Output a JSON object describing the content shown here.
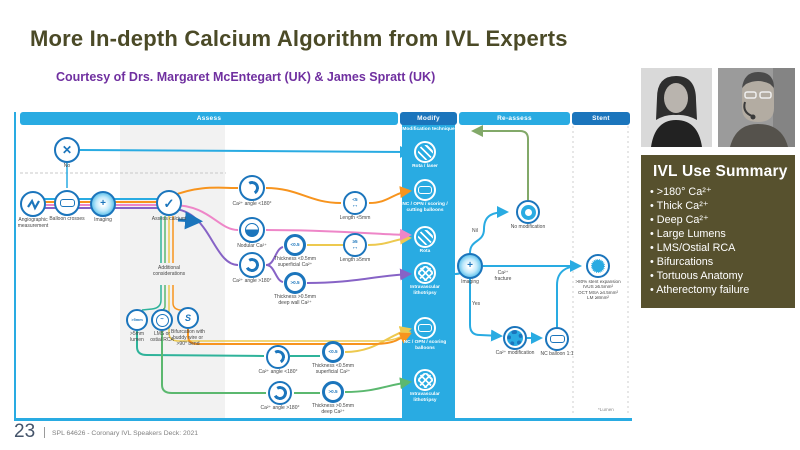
{
  "slide": {
    "title": "More In-depth Calcium Algorithm from IVL Experts",
    "subtitle": "Courtesy of Drs. Margaret McEntegart (UK) & James Spratt (UK)",
    "page_number": "23",
    "footer": "SPL 64626 - Coronary IVL Speakers Deck: 2021"
  },
  "colors": {
    "accent_light_blue": "#29ABE2",
    "accent_dark_blue": "#1B75BC",
    "title_olive": "#4B4A27",
    "subtitle_purple": "#7030A0",
    "summary_bg": "#57512E",
    "orange": "#F7941E",
    "pink": "#EE86C8",
    "purple": "#8763C6",
    "yellow": "#EDC94F",
    "teal": "#2FB39A",
    "green": "#5BB86F",
    "feedback_green": "#82A969"
  },
  "icons": {
    "no_cross": "✕",
    "check": "✓",
    "imaging_plus": "+",
    "double_arrow": "↔",
    "bifurcation_s": "S",
    "nodular_wave": "~"
  },
  "flowchart": {
    "columns": {
      "assess": "Assess",
      "modify": "Modify",
      "reassess": "Re-assess",
      "stent": "Stent"
    },
    "assess": {
      "no": {
        "label": "No"
      },
      "angiographic": {
        "label": "Angiographic measurement"
      },
      "balloon_crosses": {
        "label": "Balloon crosses"
      },
      "imaging": {
        "label": "Imaging"
      },
      "assess_calcium": {
        "label": "Assess calcium"
      },
      "additional_considerations": {
        "label": "Additional considerations"
      },
      "lumen": {
        "label": ">5mm lumen",
        "inner": ">5mm"
      },
      "lms": {
        "label": "LMS or ostial RCA"
      },
      "bifurcation": {
        "label": "Bifurcation with buddy wire or >90° bend"
      },
      "ca_angle_lt180": {
        "label": "Ca²⁺ angle <180°"
      },
      "nodular": {
        "label": "Nodular Ca²⁺"
      },
      "ca_angle_gt180": {
        "label": "Ca²⁺ angle >180°"
      },
      "thickness_superficial": {
        "label": "Thickness <0.5mm superficial Ca²⁺",
        "inner": "<0.5"
      },
      "thickness_deep": {
        "label": "Thickness >0.5mm deep wall Ca²⁺",
        "inner": ">0.5"
      },
      "length_lt5": {
        "label": "Length <5mm",
        "inner": "<5"
      },
      "length_ge5": {
        "label": "Length ≥5mm",
        "inner": "≥5"
      },
      "ca_angle_lt180_b": {
        "label": "Ca²⁺ angle <180°"
      },
      "ca_angle_gt180_b": {
        "label": "Ca²⁺ angle >180°"
      },
      "thickness_superficial_b": {
        "label": "Thickness <0.5mm superficial Ca²⁺",
        "inner": "<0.5"
      },
      "thickness_deep_b": {
        "label": "Thickness >0.5mm deep Ca²⁺",
        "inner": ">0.5"
      }
    },
    "modify": {
      "header": "Modification technique",
      "items": [
        "Rota / laser",
        "NC / OPN / scoring / cutting balloons",
        "Rota",
        "Intravascular lithotripsy",
        "NC / OPN / scoring balloons",
        "Intravascular lithotripsy"
      ]
    },
    "reassess": {
      "imaging": "Imaging",
      "nil": "Nil",
      "yes": "Yes",
      "ca_fracture": "Ca²⁺ fracture",
      "no_modification": "No modification",
      "ca_modification": "Ca²⁺ modification",
      "nc_balloon": "NC balloon 1:1"
    },
    "stent": {
      "criteria": [
        ">80% stent expansion",
        "IVUS ≥5.5mm²",
        "OCT MSA ≥4.5mm²",
        "LM ≥8mm²"
      ],
      "footnote": "*Lumen"
    }
  },
  "summary": {
    "title": "IVL Use Summary",
    "bullets": [
      ">180° Ca²⁺",
      "Thick Ca²⁺",
      "Deep Ca²⁺",
      "Large Lumens",
      "LMS/Ostial RCA",
      "Bifurcations",
      "Tortuous Anatomy",
      "Atherectomy failure"
    ]
  }
}
